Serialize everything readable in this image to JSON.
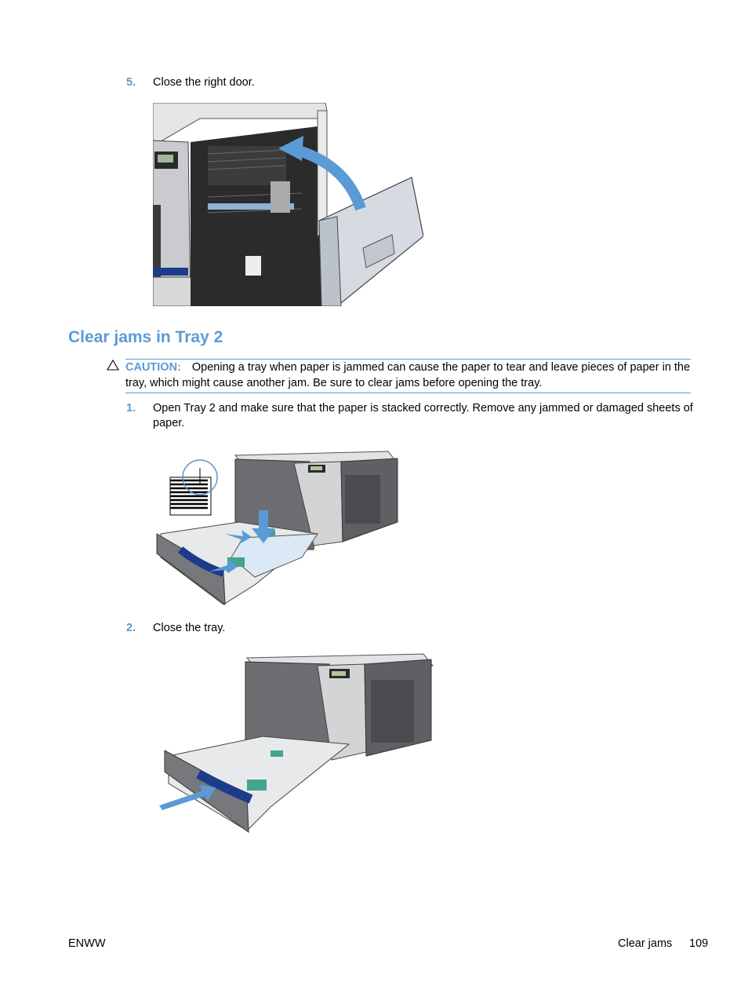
{
  "steps_top": [
    {
      "number": "5.",
      "text": "Close the right door."
    }
  ],
  "section": {
    "heading": "Clear jams in Tray 2",
    "caution": {
      "icon": "caution-triangle-icon",
      "label": "CAUTION:",
      "text": "Opening a tray when paper is jammed can cause the paper to tear and leave pieces of paper in the tray, which might cause another jam. Be sure to clear jams before opening the tray."
    },
    "steps": [
      {
        "number": "1.",
        "text": "Open Tray 2 and make sure that the paper is stacked correctly. Remove any jammed or damaged sheets of paper."
      },
      {
        "number": "2.",
        "text": "Close the tray."
      }
    ]
  },
  "figures": [
    {
      "id": "close-right-door",
      "description": "Printer with right door open, blue arrow showing door closing"
    },
    {
      "id": "open-tray-2",
      "description": "Tray 2 pulled out, paper stacked with guides, stack height inset"
    },
    {
      "id": "close-tray",
      "description": "Tray 2 being pushed closed, blue arrow"
    }
  ],
  "footer": {
    "left": "ENWW",
    "right_section": "Clear jams",
    "page_number": "109"
  },
  "colors": {
    "accent": "#5b9bd5",
    "arrow": "#5b9bd5",
    "printer_gray": "#6d6e71",
    "panel_light": "#d9dbdd"
  }
}
